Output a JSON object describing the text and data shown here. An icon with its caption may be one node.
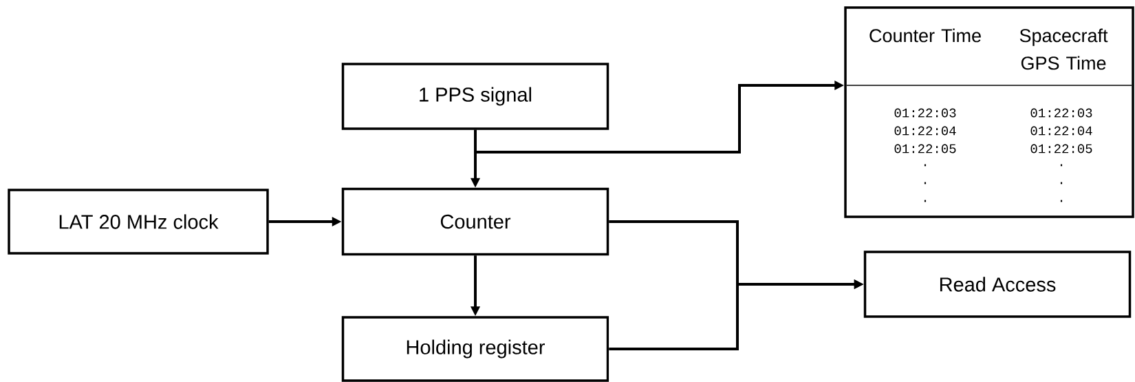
{
  "diagram": {
    "nodes": [
      {
        "text": [
          "1 PPS signal"
        ]
      },
      {
        "text": [
          "LAT 20 MHz clock"
        ]
      },
      {
        "text": [
          "Counter"
        ]
      },
      {
        "text": [
          "Holding register"
        ]
      },
      {
        "text": [
          "Counter Time",
          "Spacecraft GPS Time"
        ]
      },
      {
        "text": [
          "Read Access"
        ]
      }
    ],
    "edges": [
      {
        "from": 0,
        "to": 2,
        "arrow": "to"
      },
      {
        "from": 0,
        "to": 4,
        "arrow": "to"
      },
      {
        "from": 1,
        "to": 2,
        "arrow": "to"
      },
      {
        "from": 2,
        "to": 3,
        "arrow": "to"
      },
      {
        "from": 2,
        "to": 5,
        "arrow": "to"
      },
      {
        "from": 3,
        "to": 5,
        "arrow": "to"
      }
    ],
    "labels": [
      "01:22:03",
      "01:22:03",
      "01:22:04",
      "01:22:04",
      "01:22:05",
      "01:22:05",
      ".",
      ".",
      ".",
      ".",
      ".",
      "."
    ]
  }
}
